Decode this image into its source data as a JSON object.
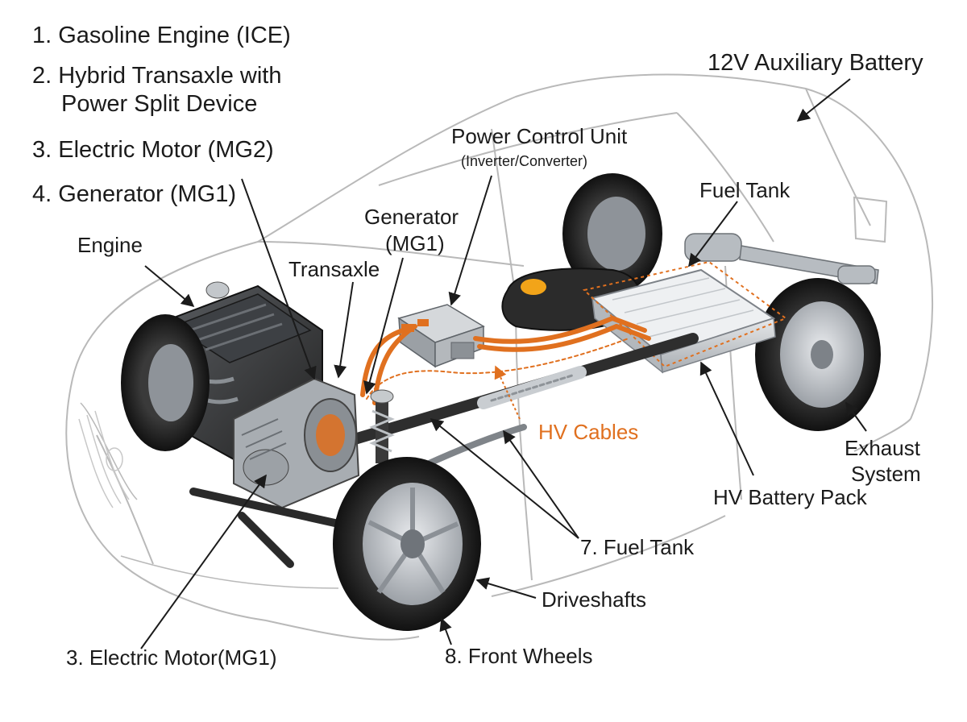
{
  "legend": [
    {
      "text": "1. Gasoline Engine (ICE)"
    },
    {
      "text": "2. Hybrid Transaxle with"
    },
    {
      "text": "Power Split Device"
    },
    {
      "text": "3. Electric Motor (MG2)"
    },
    {
      "text": "4. Generator (MG1)"
    }
  ],
  "labels": {
    "aux_battery": "12V Auxiliary Battery",
    "pcu": "Power Control Unit",
    "pcu_sub": "(Inverter/Converter)",
    "fuel_tank_top": "Fuel Tank",
    "generator_l1": "Generator",
    "generator_l2": "(MG1)",
    "engine": "Engine",
    "transaxle": "Transaxle",
    "hv_cables": "HV Cables",
    "exhaust_l1": "Exhaust",
    "exhaust_l2": "System",
    "hv_battery": "HV Battery Pack",
    "fuel_tank_7": "7. Fuel Tank",
    "driveshafts": "Driveshafts",
    "front_wheels": "8. Front Wheels",
    "electric_motor_bottom": "3. Electric Motor(MG1)"
  },
  "colors": {
    "hv_orange": "#e0701f",
    "outline": "#b9b9b9",
    "metal": "#9ea3a8",
    "dark": "#2c2c2c"
  }
}
